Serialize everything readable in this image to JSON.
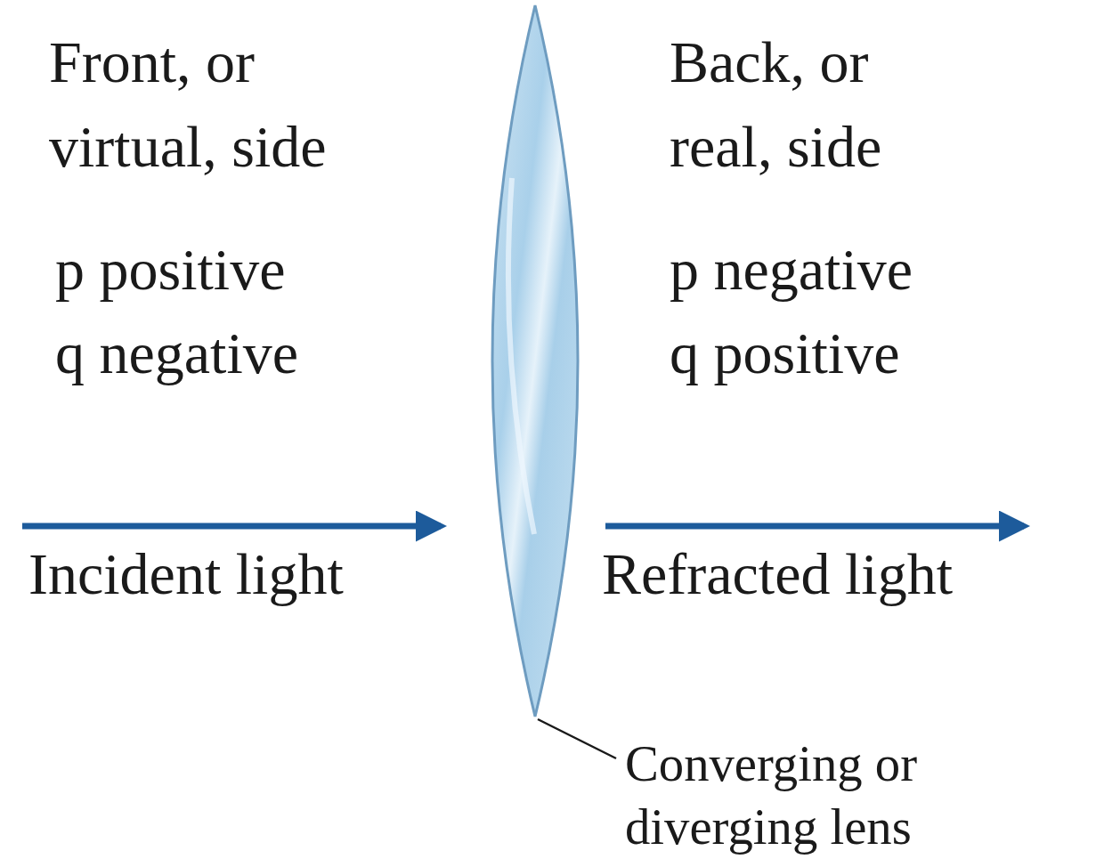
{
  "diagram": {
    "labels": [
      "Front, or virtual, side",
      "Back, or real, side",
      "p positive",
      "q negative",
      "p negative",
      "q positive",
      "Incident light",
      "Refracted light",
      "Converging or diverging lens"
    ]
  }
}
